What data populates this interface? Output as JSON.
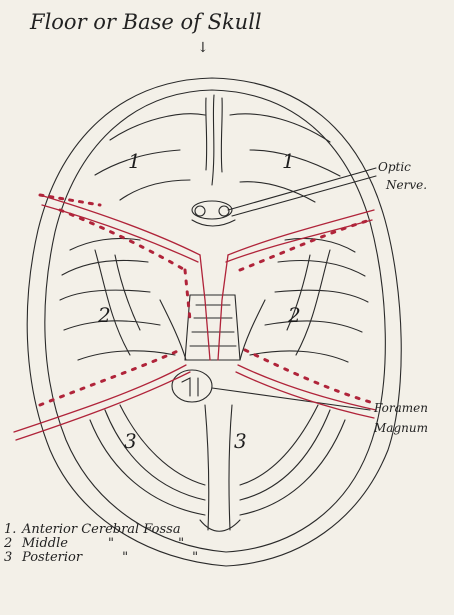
{
  "title": "Floor or Base of Skull",
  "title_arrow": "↓",
  "labels": {
    "optic_line1": "Optic",
    "optic_line2": "Nerve.",
    "foramen_line1": "Foramen",
    "foramen_line2": "Magnum"
  },
  "fossa_numbers": {
    "anterior_left": "1",
    "anterior_right": "1",
    "middle_left": "2",
    "middle_right": "2",
    "posterior_left": "3",
    "posterior_right": "3"
  },
  "legend": [
    {
      "num": "1.",
      "text": "Anterior Cerebral Fossa",
      "ditto": ""
    },
    {
      "num": "2",
      "text": "Middle",
      "ditto": "\"  \""
    },
    {
      "num": "3",
      "text": "Posterior",
      "ditto": "\"  \""
    }
  ],
  "colors": {
    "ink": "#2a2a2a",
    "red_ink": "#b0243a",
    "paper": "#f3f0e8"
  }
}
